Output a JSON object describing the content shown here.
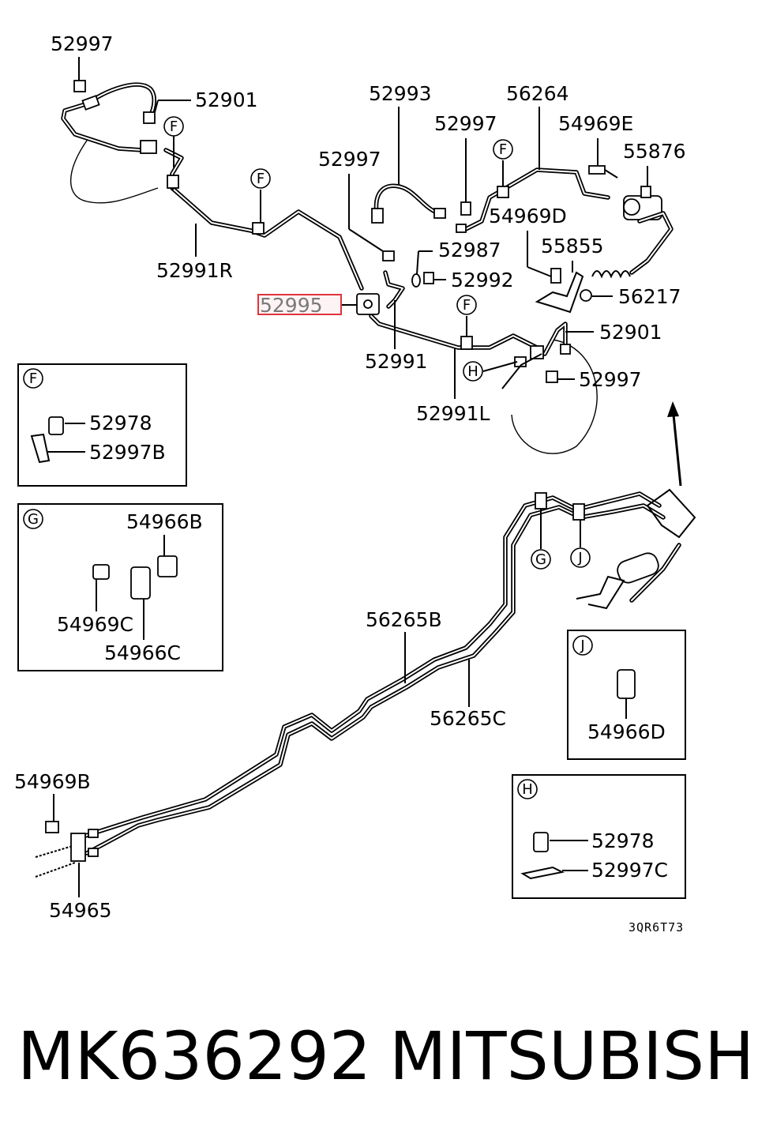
{
  "parts": {
    "p52997_top": "52997",
    "p52901_top": "52901",
    "p52993": "52993",
    "p56264": "56264",
    "p52997_mid": "52997",
    "p54969E": "54969E",
    "p55876": "55876",
    "p52997_left": "52997",
    "p54969D": "54969D",
    "p52987": "52987",
    "p55855": "55855",
    "p52992": "52992",
    "p52991R": "52991R",
    "p52995": "52995",
    "p56217": "56217",
    "p52901_right": "52901",
    "p52991": "52991",
    "p52997_right": "52997",
    "p52991L": "52991L",
    "p56265B": "56265B",
    "p56265C": "56265C",
    "p54969B": "54969B",
    "p54965": "54965"
  },
  "callouts": {
    "F": "F",
    "G": "G",
    "H": "H",
    "J": "J"
  },
  "detail_F": {
    "tag": "F",
    "part_a": "52978",
    "part_b": "52997B"
  },
  "detail_G": {
    "tag": "G",
    "part_a": "54966B",
    "part_b": "54969C",
    "part_c": "54966C"
  },
  "detail_J": {
    "tag": "J",
    "part_a": "54966D"
  },
  "detail_H": {
    "tag": "H",
    "part_a": "52978",
    "part_b": "52997C"
  },
  "diagram_code": "3QR6T73",
  "footer": {
    "part_number": "MK636292",
    "brand": "MITSUBISHI"
  },
  "highlight_color": "#e0343c"
}
